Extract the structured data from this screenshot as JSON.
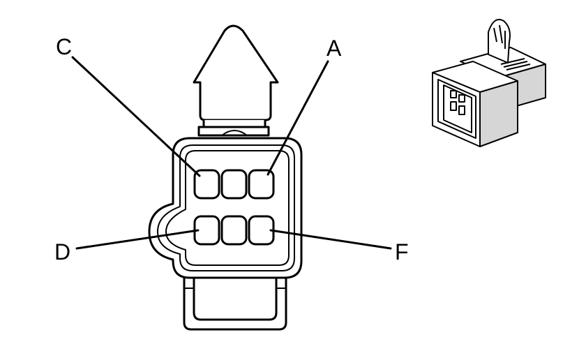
{
  "diagram": {
    "pin_labels": {
      "c": "C",
      "a": "A",
      "d": "D",
      "f": "F"
    },
    "colors": {
      "stroke": "#000000",
      "background": "#ffffff",
      "shade": "#d6d6d6"
    }
  }
}
